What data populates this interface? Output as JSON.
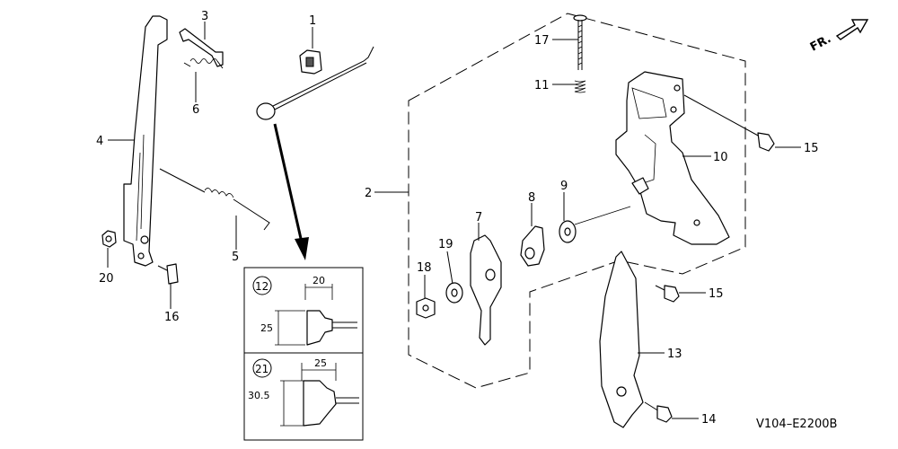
{
  "diagram_code": "V104–E2200B",
  "front_label": "FR.",
  "callouts": {
    "c1": "1",
    "c2": "2",
    "c3": "3",
    "c4": "4",
    "c5": "5",
    "c6": "6",
    "c7": "7",
    "c8": "8",
    "c9": "9",
    "c10": "10",
    "c11": "11",
    "c13": "13",
    "c14": "14",
    "c15a": "15",
    "c15b": "15",
    "c16": "16",
    "c17": "17",
    "c18": "18",
    "c19": "19",
    "c20": "20"
  },
  "detail_boxes": [
    {
      "label": "12",
      "dim_width": "20",
      "dim_height": "25"
    },
    {
      "label": "21",
      "dim_width": "25",
      "dim_height": "30.5"
    }
  ]
}
